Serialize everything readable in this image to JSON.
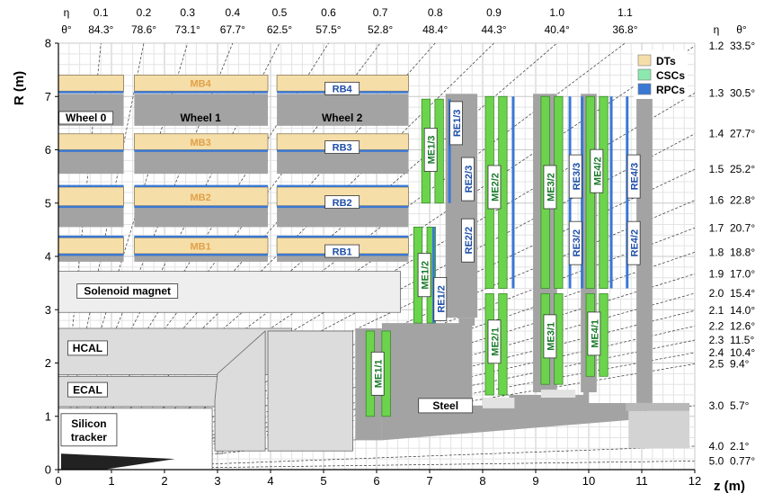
{
  "axes": {
    "x_label": "z (m)",
    "y_label": "R (m)",
    "x_ticks": [
      "0",
      "1",
      "2",
      "3",
      "4",
      "5",
      "6",
      "7",
      "8",
      "9",
      "10",
      "11",
      "12"
    ],
    "y_ticks": [
      "0",
      "1",
      "2",
      "3",
      "4",
      "5",
      "6",
      "7",
      "8"
    ],
    "x_range": [
      0,
      12
    ],
    "y_range": [
      0,
      8
    ]
  },
  "eta_axis": {
    "eta_header": "η",
    "theta_header": "θ°",
    "top": [
      {
        "eta": "0.1",
        "theta": "84.3°",
        "value": 0.1
      },
      {
        "eta": "0.2",
        "theta": "78.6°",
        "value": 0.2
      },
      {
        "eta": "0.3",
        "theta": "73.1°",
        "value": 0.3
      },
      {
        "eta": "0.4",
        "theta": "67.7°",
        "value": 0.4
      },
      {
        "eta": "0.5",
        "theta": "62.5°",
        "value": 0.5
      },
      {
        "eta": "0.6",
        "theta": "57.5°",
        "value": 0.6
      },
      {
        "eta": "0.7",
        "theta": "52.8°",
        "value": 0.7
      },
      {
        "eta": "0.8",
        "theta": "48.4°",
        "value": 0.8
      },
      {
        "eta": "0.9",
        "theta": "44.3°",
        "value": 0.9
      },
      {
        "eta": "1.0",
        "theta": "40.4°",
        "value": 1.0
      },
      {
        "eta": "1.1",
        "theta": "36.8°",
        "value": 1.1
      }
    ],
    "right": [
      {
        "eta": "1.2",
        "theta": "33.5°",
        "value": 1.2
      },
      {
        "eta": "1.3",
        "theta": "30.5°",
        "value": 1.3
      },
      {
        "eta": "1.4",
        "theta": "27.7°",
        "value": 1.4
      },
      {
        "eta": "1.5",
        "theta": "25.2°",
        "value": 1.5
      },
      {
        "eta": "1.6",
        "theta": "22.8°",
        "value": 1.6
      },
      {
        "eta": "1.7",
        "theta": "20.7°",
        "value": 1.7
      },
      {
        "eta": "1.8",
        "theta": "18.8°",
        "value": 1.8
      },
      {
        "eta": "1.9",
        "theta": "17.0°",
        "value": 1.9
      },
      {
        "eta": "2.0",
        "theta": "15.4°",
        "value": 2.0
      },
      {
        "eta": "2.1",
        "theta": "14.0°",
        "value": 2.1
      },
      {
        "eta": "2.2",
        "theta": "12.6°",
        "value": 2.2
      },
      {
        "eta": "2.3",
        "theta": "11.5°",
        "value": 2.3
      },
      {
        "eta": "2.4",
        "theta": "10.4°",
        "value": 2.4
      },
      {
        "eta": "2.5",
        "theta": "9.4°",
        "value": 2.5
      },
      {
        "eta": "3.0",
        "theta": "5.7°",
        "value": 3.0
      },
      {
        "eta": "4.0",
        "theta": "2.1°",
        "value": 4.0
      },
      {
        "eta": "5.0",
        "theta": "0.77°",
        "value": 5.0
      }
    ]
  },
  "legend": [
    {
      "label": "DTs",
      "color": "#f6dea9"
    },
    {
      "label": "CSCs",
      "color": "#8de8b0"
    },
    {
      "label": "RPCs",
      "color": "#3a78d4"
    }
  ],
  "colors": {
    "dt": "#f6dea9",
    "csc": "#6cd44c",
    "rpc": "#3a78d4",
    "steel": "#a3a3a3",
    "grid_minor": "#e4e4e4",
    "grid_major": "#c9c9c9",
    "calorimeter": "#dcdcdc"
  },
  "labels": {
    "wheels": [
      "Wheel 0",
      "Wheel 1",
      "Wheel 2"
    ],
    "mb": [
      "MB1",
      "MB2",
      "MB3",
      "MB4"
    ],
    "rb": [
      "RB1",
      "RB2",
      "RB3",
      "RB4"
    ],
    "me": [
      "ME1/1",
      "ME1/2",
      "ME1/3",
      "ME2/1",
      "ME2/2",
      "ME3/1",
      "ME3/2",
      "ME4/1",
      "ME4/2"
    ],
    "re": [
      "RE1/2",
      "RE1/3",
      "RE2/2",
      "RE2/3",
      "RE3/2",
      "RE3/3",
      "RE4/2",
      "RE4/3"
    ],
    "solenoid": "Solenoid magnet",
    "hcal": "HCAL",
    "ecal": "ECAL",
    "tracker_line1": "Silicon",
    "tracker_line2": "tracker",
    "steel": "Steel"
  }
}
